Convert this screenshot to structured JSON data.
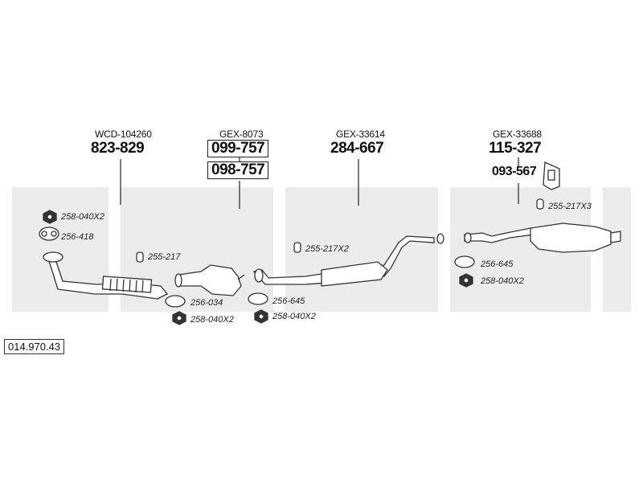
{
  "document_number": "014.970.43",
  "groups": [
    {
      "code": "WCD-104260",
      "numbers": [
        "823-829"
      ]
    },
    {
      "code": "GEX-8073",
      "numbers": [
        "099-757",
        "098-757"
      ]
    },
    {
      "code": "GEX-33614",
      "numbers": [
        "284-667"
      ]
    },
    {
      "code": "GEX-33688",
      "numbers": [
        "115-327",
        "093-567"
      ]
    }
  ],
  "parts": [
    "258-040X2",
    "256-418",
    "255-217",
    "256-034",
    "258-040X2",
    "256-645",
    "258-040X2",
    "255-217X2",
    "256-645",
    "258-040X2",
    "255-217X3"
  ],
  "colors": {
    "watermark": "#ececec",
    "outline": "#333333"
  }
}
